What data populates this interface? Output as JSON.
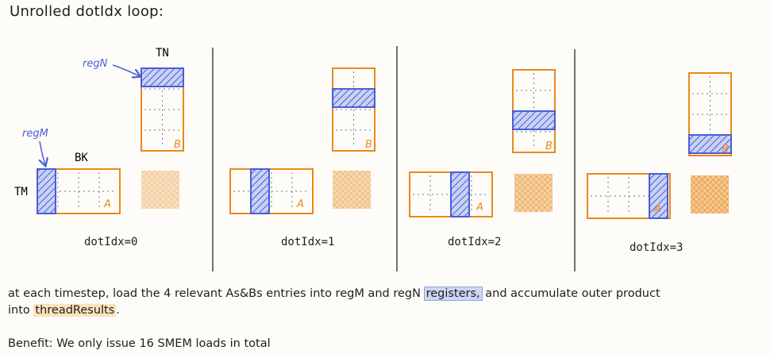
{
  "title": "Unrolled dotIdx loop:",
  "labels": {
    "regN": "regN",
    "regM": "regM",
    "TN": "TN",
    "BK": "BK",
    "TM": "TM",
    "A": "A",
    "B": "B"
  },
  "steps": [
    {
      "caption": "dotIdx=0",
      "index": 0,
      "fill_opacity": 0.35
    },
    {
      "caption": "dotIdx=1",
      "index": 1,
      "fill_opacity": 0.55
    },
    {
      "caption": "dotIdx=2",
      "index": 2,
      "fill_opacity": 0.75
    },
    {
      "caption": "dotIdx=3",
      "index": 3,
      "fill_opacity": 1.0
    }
  ],
  "text": {
    "line1_a": "at each timestep, load the 4 relevant As&Bs entries into regM and regN ",
    "line1_hl": "registers,",
    "line1_b": " and accumulate outer product",
    "line2_a": "into ",
    "line2_hl": "threadResults",
    "line2_b": ".",
    "benefit": "Benefit: We only issue 16 SMEM loads in total"
  },
  "colors": {
    "orange": "#e8891c",
    "blue": "#4a5ed6",
    "blue_fill": "#7e8ee6",
    "divider": "#444444",
    "grid": "#777777"
  }
}
